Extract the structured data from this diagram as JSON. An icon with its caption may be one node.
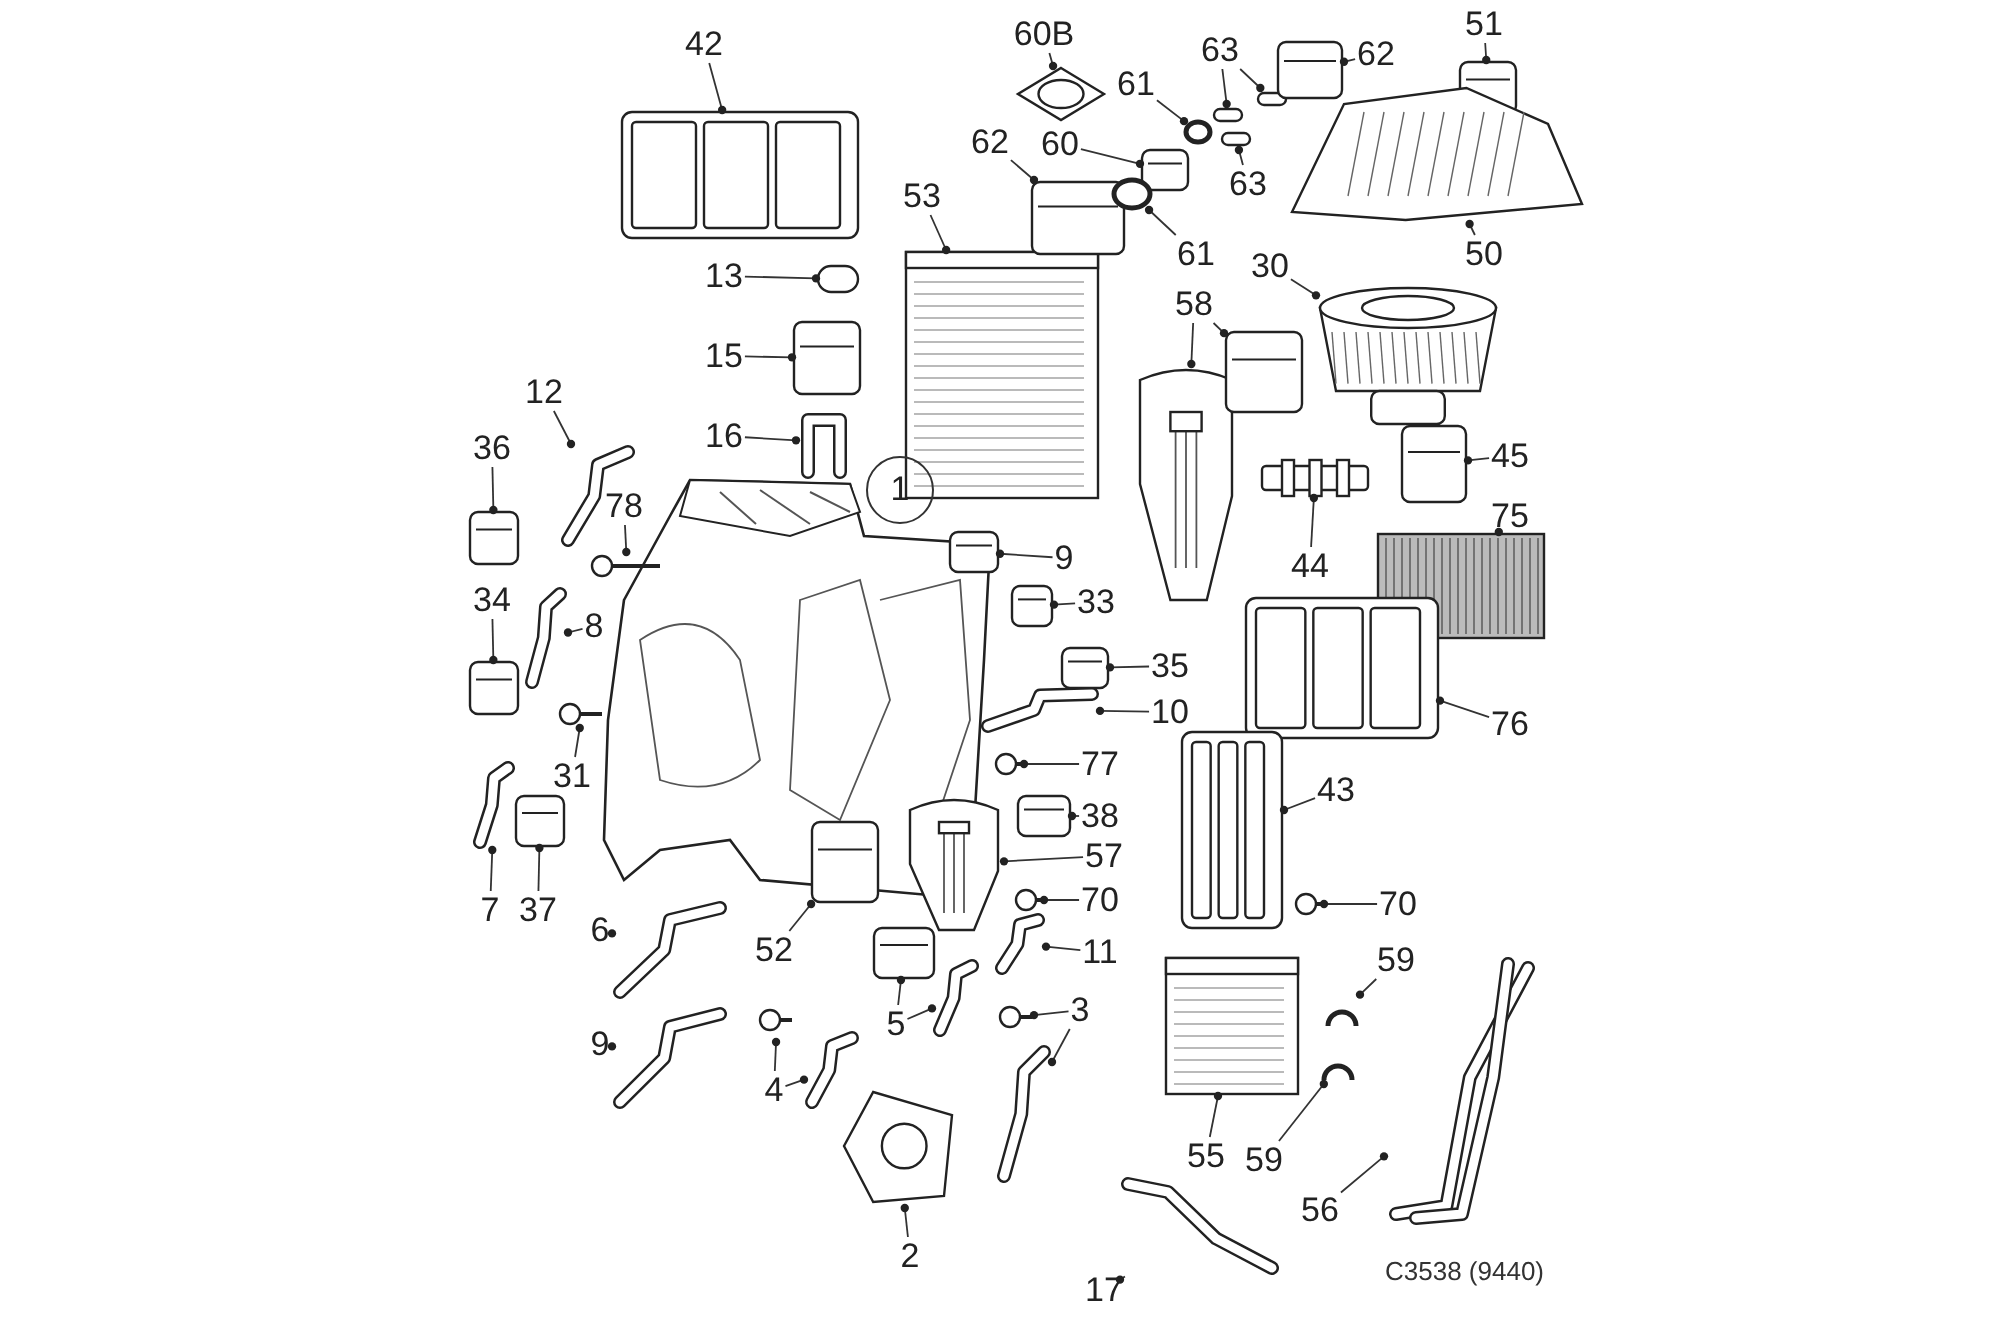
{
  "diagram": {
    "nodes": [
      {
        "text": [
          "42"
        ]
      },
      {
        "text": [],
        "shape": "picture"
      },
      {
        "text": [
          "60B"
        ]
      },
      {
        "text": [],
        "shape": "picture"
      },
      {
        "text": [
          "13"
        ]
      },
      {
        "text": [],
        "shape": "box"
      },
      {
        "text": [
          "15"
        ]
      },
      {
        "text": [],
        "shape": "picture"
      },
      {
        "text": [
          "16"
        ]
      },
      {
        "text": [],
        "shape": "picture"
      },
      {
        "text": [
          "12"
        ]
      },
      {
        "text": [],
        "shape": "picture"
      },
      {
        "text": [
          "36"
        ]
      },
      {
        "text": [],
        "shape": "picture"
      },
      {
        "text": [
          "78"
        ]
      },
      {
        "text": [],
        "shape": "picture"
      },
      {
        "text": [
          "34"
        ]
      },
      {
        "text": [],
        "shape": "picture"
      },
      {
        "text": [
          "8"
        ]
      },
      {
        "text": [],
        "shape": "picture"
      },
      {
        "text": [
          "31"
        ]
      },
      {
        "text": [],
        "shape": "picture"
      },
      {
        "text": [
          "7"
        ]
      },
      {
        "text": [],
        "shape": "picture"
      },
      {
        "text": [
          "37"
        ]
      },
      {
        "text": [],
        "shape": "picture"
      },
      {
        "text": [
          "53"
        ]
      },
      {
        "text": [],
        "shape": "picture"
      },
      {
        "text": [
          "62"
        ]
      },
      {
        "text": [],
        "shape": "picture"
      },
      {
        "text": [
          "60"
        ]
      },
      {
        "text": [],
        "shape": "picture"
      },
      {
        "text": [
          "61"
        ]
      },
      {
        "text": [],
        "shape": "circle"
      },
      {
        "text": [
          "61"
        ]
      },
      {
        "text": [],
        "shape": "circle"
      },
      {
        "text": [
          "63"
        ]
      },
      {
        "text": [],
        "shape": "box"
      },
      {
        "text": [],
        "shape": "box"
      },
      {
        "text": [
          "63"
        ]
      },
      {
        "text": [],
        "shape": "box"
      },
      {
        "text": [
          "62"
        ]
      },
      {
        "text": [],
        "shape": "picture"
      },
      {
        "text": [
          "51"
        ]
      },
      {
        "text": [],
        "shape": "picture"
      },
      {
        "text": [
          "50"
        ]
      },
      {
        "text": [],
        "shape": "picture"
      },
      {
        "text": [
          "30"
        ]
      },
      {
        "text": [],
        "shape": "picture"
      },
      {
        "text": [
          "58"
        ]
      },
      {
        "text": [],
        "shape": "picture"
      },
      {
        "text": [],
        "shape": "picture"
      },
      {
        "text": [
          "45"
        ]
      },
      {
        "text": [],
        "shape": "picture"
      },
      {
        "text": [
          "44"
        ]
      },
      {
        "text": [],
        "shape": "bar"
      },
      {
        "text": [
          "75"
        ]
      },
      {
        "text": [],
        "shape": "picture"
      },
      {
        "text": [
          "76"
        ]
      },
      {
        "text": [],
        "shape": "picture"
      },
      {
        "text": [
          "43"
        ]
      },
      {
        "text": [],
        "shape": "picture"
      },
      {
        "text": [
          "70"
        ]
      },
      {
        "text": [],
        "shape": "picture"
      },
      {
        "text": [
          "59"
        ]
      },
      {
        "text": [],
        "shape": "picture"
      },
      {
        "text": [
          "59"
        ]
      },
      {
        "text": [],
        "shape": "picture"
      },
      {
        "text": [
          "55"
        ]
      },
      {
        "text": [],
        "shape": "picture"
      },
      {
        "text": [
          "56"
        ]
      },
      {
        "text": [],
        "shape": "picture"
      },
      {
        "text": [
          "17"
        ]
      },
      {
        "text": [],
        "shape": "picture"
      },
      {
        "text": [
          "1"
        ]
      },
      {
        "text": [
          "9"
        ]
      },
      {
        "text": [],
        "shape": "picture"
      },
      {
        "text": [
          "33"
        ]
      },
      {
        "text": [],
        "shape": "picture"
      },
      {
        "text": [
          "35"
        ]
      },
      {
        "text": [],
        "shape": "picture"
      },
      {
        "text": [
          "10"
        ]
      },
      {
        "text": [],
        "shape": "picture"
      },
      {
        "text": [
          "77"
        ]
      },
      {
        "text": [],
        "shape": "picture"
      },
      {
        "text": [
          "38"
        ]
      },
      {
        "text": [],
        "shape": "picture"
      },
      {
        "text": [
          "57"
        ]
      },
      {
        "text": [],
        "shape": "picture"
      },
      {
        "text": [
          "70"
        ]
      },
      {
        "text": [],
        "shape": "picture"
      },
      {
        "text": [
          "11"
        ]
      },
      {
        "text": [],
        "shape": "picture"
      },
      {
        "text": [
          "3"
        ]
      },
      {
        "text": [],
        "shape": "picture"
      },
      {
        "text": [],
        "shape": "picture"
      },
      {
        "text": [
          "5"
        ]
      },
      {
        "text": [],
        "shape": "picture"
      },
      {
        "text": [],
        "shape": "picture"
      },
      {
        "text": [
          "52"
        ]
      },
      {
        "text": [],
        "shape": "picture"
      },
      {
        "text": [
          "6"
        ]
      },
      {
        "text": [],
        "shape": "picture"
      },
      {
        "text": [
          "9"
        ]
      },
      {
        "text": [],
        "shape": "picture"
      },
      {
        "text": [
          "4"
        ]
      },
      {
        "text": [],
        "shape": "picture"
      },
      {
        "text": [],
        "shape": "picture"
      },
      {
        "text": [
          "2"
        ]
      },
      {
        "text": [],
        "shape": "picture"
      }
    ],
    "edges": [
      {
        "from": 0,
        "to": 1,
        "arrow": "other"
      },
      {
        "from": 2,
        "to": 3,
        "arrow": "other"
      },
      {
        "from": 4,
        "to": 5,
        "arrow": "other"
      },
      {
        "from": 6,
        "to": 7,
        "arrow": "other"
      },
      {
        "from": 8,
        "to": 9,
        "arrow": "other"
      },
      {
        "from": 10,
        "to": 11,
        "arrow": "other"
      },
      {
        "from": 12,
        "to": 13,
        "arrow": "other"
      },
      {
        "from": 14,
        "to": 15,
        "arrow": "other"
      },
      {
        "from": 16,
        "to": 17,
        "arrow": "other"
      },
      {
        "from": 18,
        "to": 19,
        "arrow": "other"
      },
      {
        "from": 20,
        "to": 21,
        "arrow": "other"
      },
      {
        "from": 22,
        "to": 23,
        "arrow": "other"
      },
      {
        "from": 24,
        "to": 25,
        "arrow": "other"
      },
      {
        "from": 26,
        "to": 27,
        "arrow": "other"
      },
      {
        "from": 28,
        "to": 29,
        "arrow": "other"
      },
      {
        "from": 30,
        "to": 31,
        "arrow": "other"
      },
      {
        "from": 32,
        "to": 33,
        "arrow": "other"
      },
      {
        "from": 34,
        "to": 35,
        "arrow": "other"
      },
      {
        "from": 36,
        "to": 37,
        "arrow": "other"
      },
      {
        "from": 36,
        "to": 38,
        "arrow": "other"
      },
      {
        "from": 39,
        "to": 40,
        "arrow": "other"
      },
      {
        "from": 41,
        "to": 42,
        "arrow": "other"
      },
      {
        "from": 43,
        "to": 44,
        "arrow": "other"
      },
      {
        "from": 45,
        "to": 46,
        "arrow": "other"
      },
      {
        "from": 47,
        "to": 48,
        "arrow": "other"
      },
      {
        "from": 49,
        "to": 50,
        "arrow": "other"
      },
      {
        "from": 49,
        "to": 51,
        "arrow": "other"
      },
      {
        "from": 52,
        "to": 53,
        "arrow": "other"
      },
      {
        "from": 54,
        "to": 55,
        "arrow": "other"
      },
      {
        "from": 56,
        "to": 57,
        "arrow": "other"
      },
      {
        "from": 58,
        "to": 59,
        "arrow": "other"
      },
      {
        "from": 60,
        "to": 61,
        "arrow": "other"
      },
      {
        "from": 62,
        "to": 63,
        "arrow": "other"
      },
      {
        "from": 64,
        "to": 65,
        "arrow": "other"
      },
      {
        "from": 66,
        "to": 67,
        "arrow": "other"
      },
      {
        "from": 68,
        "to": 69,
        "arrow": "other"
      },
      {
        "from": 70,
        "to": 71,
        "arrow": "other"
      },
      {
        "from": 72,
        "to": 73,
        "arrow": "other"
      },
      {
        "from": 75,
        "to": 76,
        "arrow": "other"
      },
      {
        "from": 77,
        "to": 78,
        "arrow": "other"
      },
      {
        "from": 79,
        "to": 80,
        "arrow": "other"
      },
      {
        "from": 81,
        "to": 82,
        "arrow": "other"
      },
      {
        "from": 83,
        "to": 84,
        "arrow": "other"
      },
      {
        "from": 85,
        "to": 86,
        "arrow": "other"
      },
      {
        "from": 87,
        "to": 88,
        "arrow": "other"
      },
      {
        "from": 89,
        "to": 90,
        "arrow": "other"
      },
      {
        "from": 91,
        "to": 92,
        "arrow": "other"
      },
      {
        "from": 93,
        "to": 94,
        "arrow": "other"
      },
      {
        "from": 93,
        "to": 95,
        "arrow": "other"
      },
      {
        "from": 96,
        "to": 97,
        "arrow": "other"
      },
      {
        "from": 96,
        "to": 98,
        "arrow": "other"
      },
      {
        "from": 99,
        "to": 100,
        "arrow": "other"
      },
      {
        "from": 101,
        "to": 102,
        "arrow": "other"
      },
      {
        "from": 103,
        "to": 104,
        "arrow": "other"
      },
      {
        "from": 105,
        "to": 106,
        "arrow": "other"
      },
      {
        "from": 105,
        "to": 107,
        "arrow": "other"
      },
      {
        "from": 108,
        "to": 109,
        "arrow": "other"
      }
    ],
    "labels": [
      "C3538 (9440)"
    ]
  }
}
